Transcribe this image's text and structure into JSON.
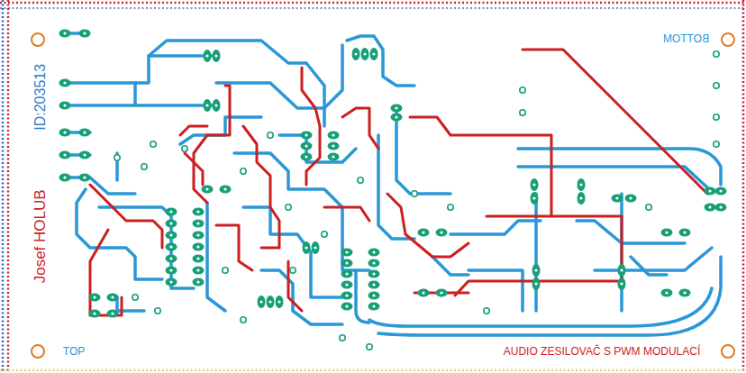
{
  "diagram": {
    "labels": [
      "ID:203513",
      "Josef HOLUB",
      "BOTTOM",
      "TOP",
      "AUDIO ZESILOVAČ S PWM MODULACÍ"
    ]
  }
}
